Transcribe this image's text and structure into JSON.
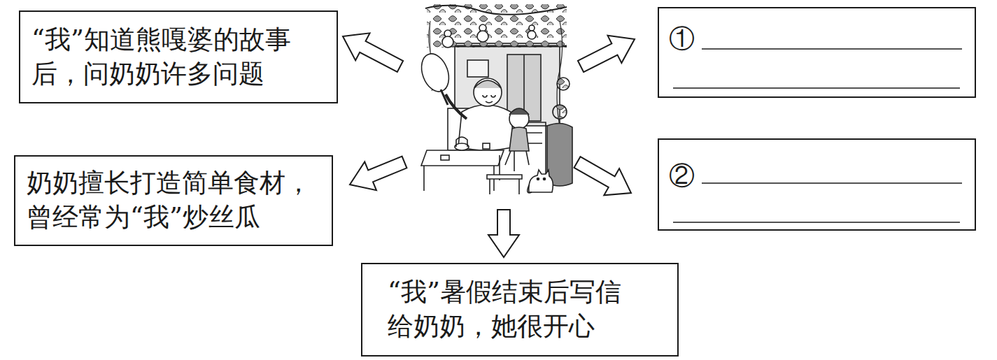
{
  "diagram": {
    "nodes": [
      {
        "text": [
          "“我”知道熊嘎婆的故事 后，问奶奶许多问题"
        ]
      },
      {
        "text": [
          "①"
        ]
      },
      {
        "text": [
          "奶奶擅长打造简单食材， 曾经常为“我”炒丝瓜"
        ]
      },
      {
        "text": [
          "②"
        ]
      },
      {
        "text": [
          "“我”暑假结束后写信 给奶奶，她很开心"
        ]
      }
    ]
  }
}
